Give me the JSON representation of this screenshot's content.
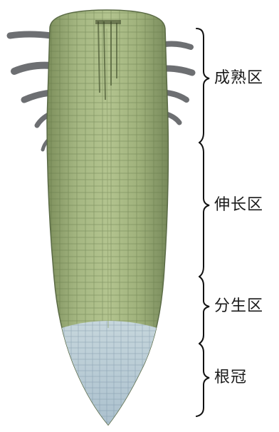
{
  "diagram": {
    "zones": [
      {
        "id": "maturation",
        "label": "成熟区"
      },
      {
        "id": "elongation",
        "label": "伸长区"
      },
      {
        "id": "meristem",
        "label": "分生区"
      },
      {
        "id": "root-cap",
        "label": "根冠"
      }
    ],
    "colors": {
      "tissue_green": "#9fb07c",
      "tissue_green_dark": "#6f8152",
      "root_cap_blue": "#b9ccd7",
      "root_hair_gray": "#6d6f72",
      "bracket": "#111111"
    }
  }
}
